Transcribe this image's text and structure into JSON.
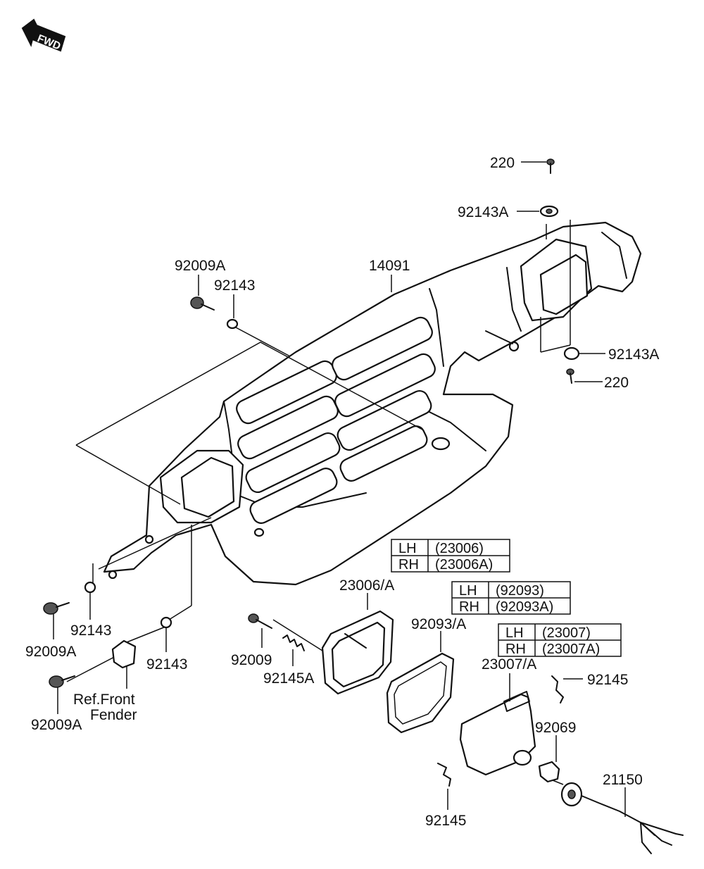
{
  "fwd_label": "FWD",
  "labels": {
    "l220_top": "220",
    "l92143A_top": "92143A",
    "l14091": "14091",
    "l92009A_top": "92009A",
    "l92143_top": "92143",
    "l92143A_right": "92143A",
    "l220_right": "220",
    "l23006A": "23006/A",
    "l92093A": "92093/A",
    "l23007A": "23007/A",
    "l92145_right": "92145",
    "l92069": "92069",
    "l21150": "21150",
    "l92145_bottom": "92145",
    "l92009": "92009",
    "l92145A": "92145A",
    "l92143_mid": "92143",
    "l92009A_left": "92009A",
    "l92143_low": "92143",
    "l92009A_bottom": "92009A",
    "ref_line1": "Ref.Front",
    "ref_line2": "Fender"
  },
  "tables": {
    "t23006": {
      "rows": [
        {
          "side": "LH",
          "part": "(23006)"
        },
        {
          "side": "RH",
          "part": "(23006A)"
        }
      ]
    },
    "t92093": {
      "rows": [
        {
          "side": "LH",
          "part": "(92093)"
        },
        {
          "side": "RH",
          "part": "(92093A)"
        }
      ]
    },
    "t23007": {
      "rows": [
        {
          "side": "LH",
          "part": "(23007)"
        },
        {
          "side": "RH",
          "part": "(23007A)"
        }
      ]
    }
  }
}
